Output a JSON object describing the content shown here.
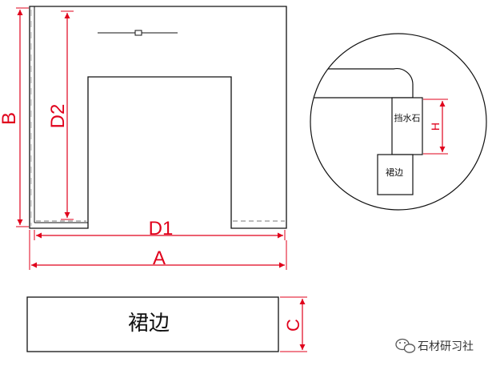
{
  "dimensions": {
    "a": "A",
    "b": "B",
    "c": "C",
    "d1": "D1",
    "d2": "D2",
    "h": "H"
  },
  "parts": {
    "skirt": "裙边",
    "water_stop": "挡水石"
  },
  "watermark": {
    "brand": "石材研习社",
    "icon": "wechat-icon"
  },
  "colors": {
    "outline": "#111111",
    "dimension": "#e0001b",
    "background": "#ffffff"
  }
}
